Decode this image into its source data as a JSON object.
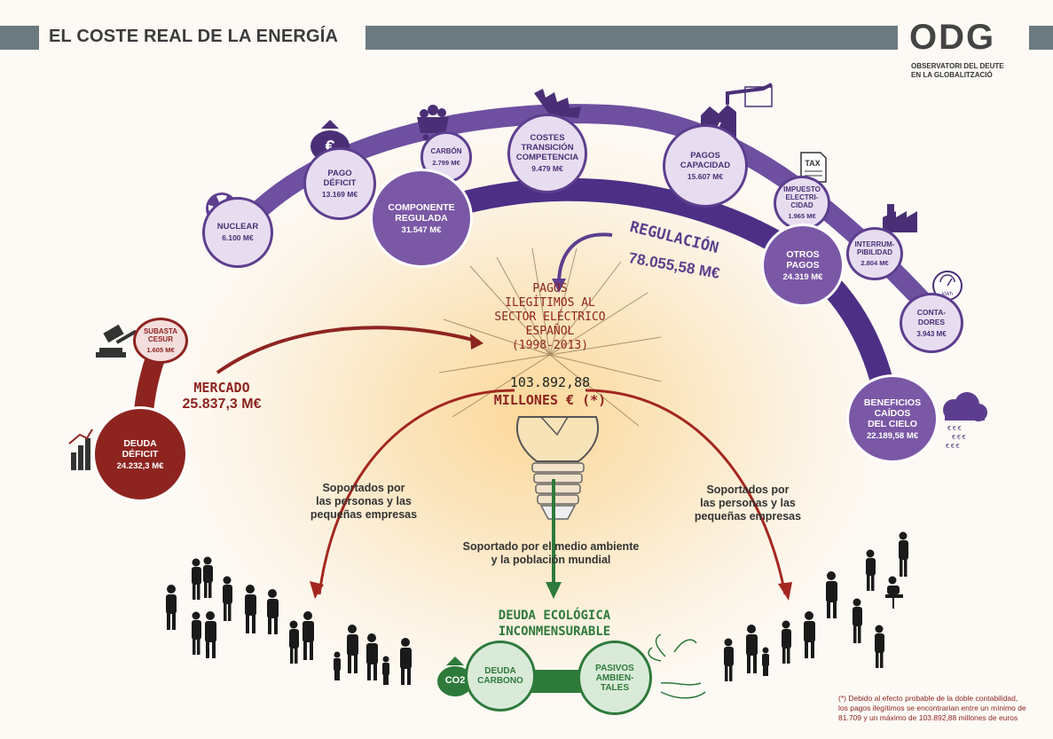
{
  "header": {
    "title": "EL COSTE REAL DE LA ENERGÍA",
    "logo_word": "ODG",
    "logo_line1": "OBSERVATORI DEL DEUTE",
    "logo_line2": "EN LA GLOBALITZACIÓ"
  },
  "regulacion": {
    "label": "REGULACIÓN",
    "value": "78.055,58 M€",
    "items": [
      {
        "name": "NUCLEAR",
        "value": "6.100 M€"
      },
      {
        "name": "PAGO DÉFICIT",
        "value": "13.169 M€"
      },
      {
        "name": "CARBÓN",
        "value": "2.799 M€"
      },
      {
        "name": "COMPONENTE REGULADA",
        "value": "31.547 M€"
      },
      {
        "name": "COSTES TRANSICIÓN COMPETENCIA",
        "value": "9.479 M€"
      },
      {
        "name": "PAGOS CAPACIDAD",
        "value": "15.607 M€"
      },
      {
        "name": "IMPUESTO ELECTRICIDAD",
        "value": "1.965 M€"
      },
      {
        "name": "OTROS PAGOS",
        "value": "24.319 M€"
      },
      {
        "name": "INTERRUMPIBILIDAD",
        "value": "2.804 M€"
      },
      {
        "name": "CONTADORES",
        "value": "3.943 M€"
      },
      {
        "name": "BENEFICIOS CAÍDOS DEL CIELO",
        "value": "22.189,58 M€"
      }
    ],
    "name_lines": {
      "nuclear": "NUCLEAR",
      "pago_deficit_1": "PAGO",
      "pago_deficit_2": "DÉFICIT",
      "carbon": "CARBÓN",
      "componente_1": "COMPONENTE",
      "componente_2": "REGULADA",
      "costes_1": "COSTES",
      "costes_2": "TRANSICIÓN",
      "costes_3": "COMPETENCIA",
      "pagos_cap_1": "PAGOS",
      "pagos_cap_2": "CAPACIDAD",
      "impuesto_1": "IMPUESTO",
      "impuesto_2": "ELECTRI-",
      "impuesto_3": "CIDAD",
      "otros_1": "OTROS",
      "otros_2": "PAGOS",
      "interr_1": "INTERRUM-",
      "interr_2": "PIBILIDAD",
      "contadores_1": "CONTA-",
      "contadores_2": "DORES",
      "beneficios_1": "BENEFICIOS",
      "beneficios_2": "CAÍDOS",
      "beneficios_3": "DEL CIELO"
    }
  },
  "mercado": {
    "label": "MERCADO",
    "value": "25.837,3 M€",
    "subasta_1": "SUBASTA",
    "subasta_2": "CESUR",
    "subasta_value": "1.605 M€",
    "deuda_1": "DEUDA",
    "deuda_2": "DÉFICIT",
    "deuda_value": "24.232,3 M€"
  },
  "center": {
    "line1": "PAGOS",
    "line2": "ILEGÍTIMOS AL",
    "line3": "SECTOR ELÉCTRICO",
    "line4": "ESPAÑOL",
    "line5": "(1998-2013)",
    "amount": "103.892,88",
    "unit": "MILLONES € (*)"
  },
  "supported": {
    "left_1": "Soportados por",
    "left_2": "las personas y las",
    "left_3": "pequeñas empresas",
    "right_1": "Soportados por",
    "right_2": "las personas y las",
    "right_3": "pequeñas empresas",
    "env_1": "Soportado por el medio ambiente",
    "env_2": "y la población mundial"
  },
  "ecologica": {
    "line1": "DEUDA ECOLÓGICA",
    "line2": "INCONMENSURABLE",
    "carbono_1": "DEUDA",
    "carbono_2": "CARBONO",
    "pasivos_1": "PASIVOS",
    "pasivos_2": "AMBIEN-",
    "pasivos_3": "TALES",
    "co2": "CO2"
  },
  "footnote": {
    "line1": "(*) Debido al efecto probable de la doble contabilidad,",
    "line2": "los pagos ilegítimos se encontrarían entre un mínimo de",
    "line3": "81.709 y un máximo de 103.892,88 millones de euros"
  },
  "icons": [
    "radiation-icon",
    "money-bag-icon",
    "coal-cart-icon",
    "saw-blade-icon",
    "factory-icon",
    "tax-document-icon",
    "industry-icon",
    "meter-icon",
    "storm-cloud-icon",
    "gavel-icon",
    "growth-chart-icon",
    "lightbulb-icon",
    "co2-bag-icon",
    "trees-icon",
    "people-silhouettes-icon"
  ],
  "colors": {
    "purple": "#5d3e8e",
    "purple_fill": "#7b58a6",
    "red": "#8e2420",
    "green": "#2e7a3b",
    "grey": "#6c7a80"
  }
}
